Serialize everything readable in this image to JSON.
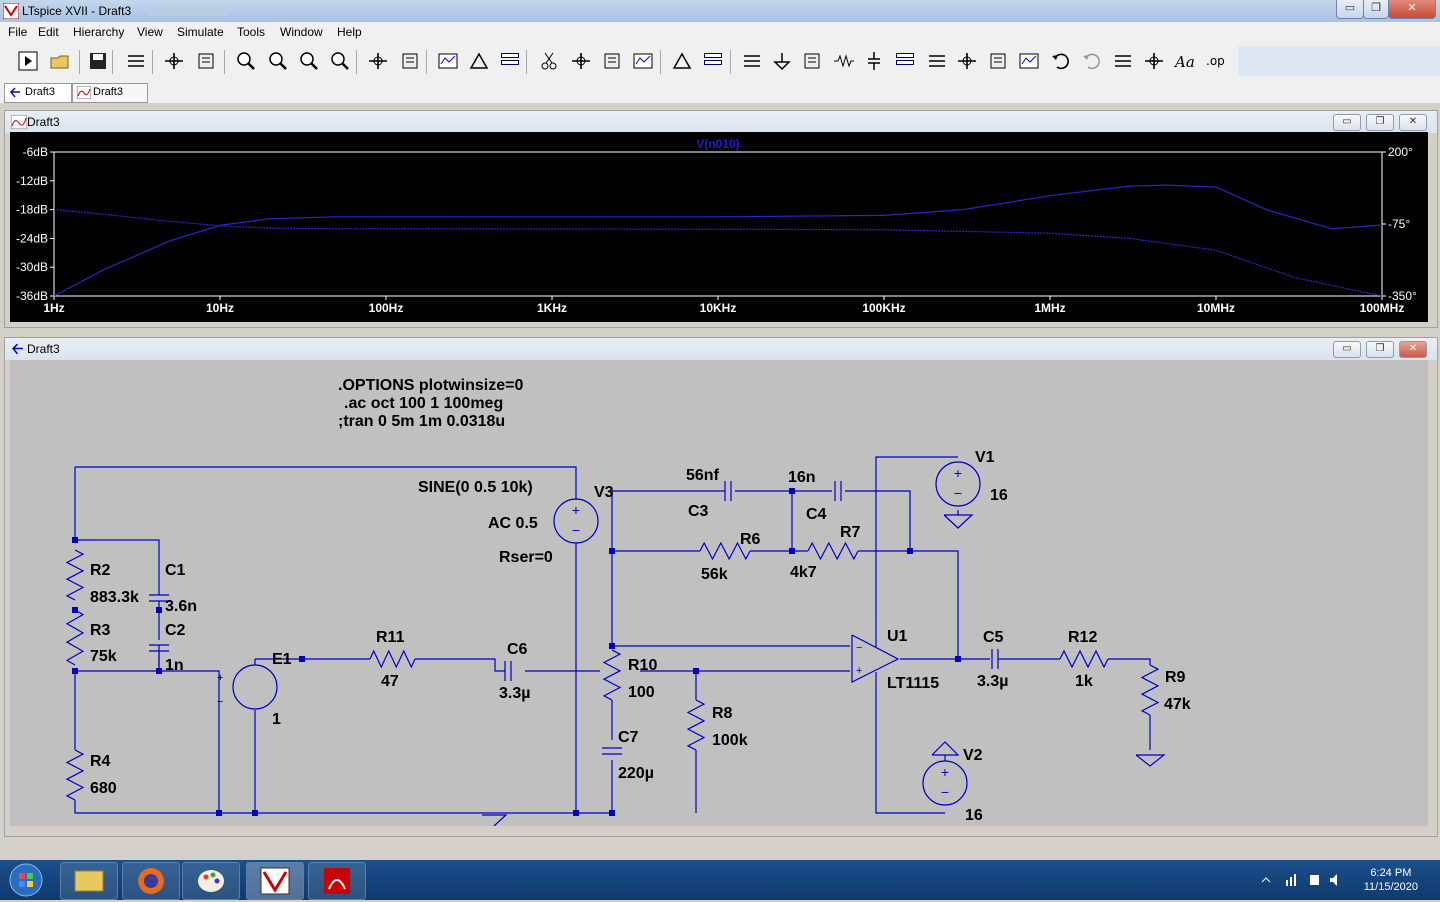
{
  "window": {
    "title": "LTspice XVII - Draft3",
    "buttons": {
      "minimize": "▭",
      "maximize": "❐",
      "close": "✕"
    }
  },
  "menu": [
    "File",
    "Edit",
    "Hierarchy",
    "View",
    "Simulate",
    "Tools",
    "Window",
    "Help"
  ],
  "toolbar": {
    "icons": [
      "run-icon",
      "open-icon",
      "save-icon",
      "control-panel-icon",
      "halt-icon",
      "pan-hand-icon",
      "zoom-in-icon",
      "zoom-pan-icon",
      "zoom-out-icon",
      "zoom-fit-icon",
      "autorange-icon",
      "waveform-icon",
      "tile-horizontal-icon",
      "tile-vertical-icon",
      "cascade-icon",
      "cut-icon",
      "copy-icon",
      "paste-icon",
      "find-icon",
      "print-icon",
      "print-setup-icon",
      "wire-icon",
      "ground-icon",
      "label-net-icon",
      "resistor-icon",
      "capacitor-icon",
      "inductor-icon",
      "diode-icon",
      "component-icon",
      "move-icon",
      "drag-icon",
      "undo-icon",
      "redo-icon",
      "rotate-icon",
      "mirror-icon",
      "text-icon",
      "spice-directive-icon"
    ]
  },
  "tabs": [
    {
      "label": "Draft3",
      "icon": "schematic-tab-icon",
      "active": true
    },
    {
      "label": "Draft3",
      "icon": "waveform-tab-icon",
      "active": false
    }
  ],
  "plot_window": {
    "title": "Draft3",
    "trace_label": "V(n010)",
    "colors": {
      "background": "#000000",
      "trace": "#2828c8",
      "trace_label": "#1e1ec8",
      "grid_text": "#ffffff"
    }
  },
  "chart_data": {
    "type": "line",
    "title": "V(n010)",
    "x_scale": "log",
    "xlim": [
      1,
      100000000
    ],
    "x_ticks": [
      "1Hz",
      "10Hz",
      "100Hz",
      "1KHz",
      "10KHz",
      "100KHz",
      "1MHz",
      "10MHz",
      "100MHz"
    ],
    "y_ticks_left": [
      "-6dB",
      "-12dB",
      "-18dB",
      "-24dB",
      "-30dB",
      "-36dB"
    ],
    "ylim_left": [
      -36,
      -6
    ],
    "y_ticks_right": [
      "200°",
      "-75°",
      "-350°"
    ],
    "ylim_right": [
      -350,
      200
    ],
    "series": [
      {
        "axis": "left",
        "x": [
          1,
          2,
          5,
          10,
          20,
          50,
          100,
          1000,
          10000,
          100000,
          300000,
          1000000,
          3000000,
          5000000,
          10000000,
          20000000,
          50000000,
          100000000
        ],
        "y": [
          -36,
          -30.5,
          -24.5,
          -21.3,
          -19.9,
          -19.5,
          -19.5,
          -19.5,
          -19.5,
          -19.2,
          -18,
          -15.1,
          -13.1,
          -12.9,
          -13.3,
          -18,
          -22,
          -21.2
        ]
      },
      {
        "axis": "right",
        "x": [
          1,
          2,
          5,
          10,
          20,
          50,
          100,
          1000,
          10000,
          100000,
          1000000,
          3000000,
          10000000,
          30000000,
          100000000
        ],
        "y": [
          -20,
          -38,
          -65,
          -82,
          -91,
          -93,
          -93,
          -94,
          -95,
          -97,
          -110,
          -130,
          -175,
          -280,
          -350
        ]
      }
    ]
  },
  "schematic_window": {
    "title": "Draft3",
    "directives": [
      ".OPTIONS plotwinsize=0",
      ".ac oct 100 1 100meg",
      ";tran 0 5m 1m 0.0318u"
    ],
    "labels": [
      {
        "id": "V1",
        "text": "V1"
      },
      {
        "id": "V1v",
        "text": "16"
      },
      {
        "id": "V2",
        "text": "V2"
      },
      {
        "id": "V2v",
        "text": "16"
      },
      {
        "id": "V3",
        "text": "V3"
      },
      {
        "id": "V3sine",
        "text": "SINE(0 0.5 10k)"
      },
      {
        "id": "V3ac",
        "text": "AC 0.5"
      },
      {
        "id": "V3rser",
        "text": "Rser=0"
      },
      {
        "id": "C3v",
        "text": "56nf"
      },
      {
        "id": "C3",
        "text": "C3"
      },
      {
        "id": "C4v",
        "text": "16n"
      },
      {
        "id": "C4",
        "text": "C4"
      },
      {
        "id": "R6",
        "text": "R6"
      },
      {
        "id": "R6v",
        "text": "56k"
      },
      {
        "id": "R7",
        "text": "R7"
      },
      {
        "id": "R7v",
        "text": "4k7"
      },
      {
        "id": "R2",
        "text": "R2"
      },
      {
        "id": "R2v",
        "text": "883.3k"
      },
      {
        "id": "C1",
        "text": "C1"
      },
      {
        "id": "C1v",
        "text": "3.6n"
      },
      {
        "id": "R3",
        "text": "R3"
      },
      {
        "id": "R3v",
        "text": "75k"
      },
      {
        "id": "C2",
        "text": "C2"
      },
      {
        "id": "C2v",
        "text": "1n"
      },
      {
        "id": "E1",
        "text": "E1"
      },
      {
        "id": "E1v",
        "text": "1"
      },
      {
        "id": "R11",
        "text": "R11"
      },
      {
        "id": "R11v",
        "text": "47"
      },
      {
        "id": "C6",
        "text": "C6"
      },
      {
        "id": "C6v",
        "text": "3.3µ"
      },
      {
        "id": "R10",
        "text": "R10"
      },
      {
        "id": "R10v",
        "text": "100"
      },
      {
        "id": "C7",
        "text": "C7"
      },
      {
        "id": "C7v",
        "text": "220µ"
      },
      {
        "id": "R8",
        "text": "R8"
      },
      {
        "id": "R8v",
        "text": "100k"
      },
      {
        "id": "U1",
        "text": "U1"
      },
      {
        "id": "U1v",
        "text": "LT1115"
      },
      {
        "id": "C5",
        "text": "C5"
      },
      {
        "id": "C5v",
        "text": "3.3µ"
      },
      {
        "id": "R12",
        "text": "R12"
      },
      {
        "id": "R12v",
        "text": "1k"
      },
      {
        "id": "R9",
        "text": "R9"
      },
      {
        "id": "R9v",
        "text": "47k"
      },
      {
        "id": "R4",
        "text": "R4"
      },
      {
        "id": "R4v",
        "text": "680"
      }
    ],
    "colors": {
      "wire": "#0000c8",
      "node": "#0000c8",
      "text": "#000000",
      "background": "#c0c0c0"
    }
  },
  "taskbar": {
    "apps": [
      "start-orb-icon",
      "file-explorer-icon",
      "firefox-icon",
      "paint-icon",
      "ltspice-icon",
      "acrobat-icon"
    ],
    "time": "6:24 PM",
    "date": "11/15/2020"
  }
}
